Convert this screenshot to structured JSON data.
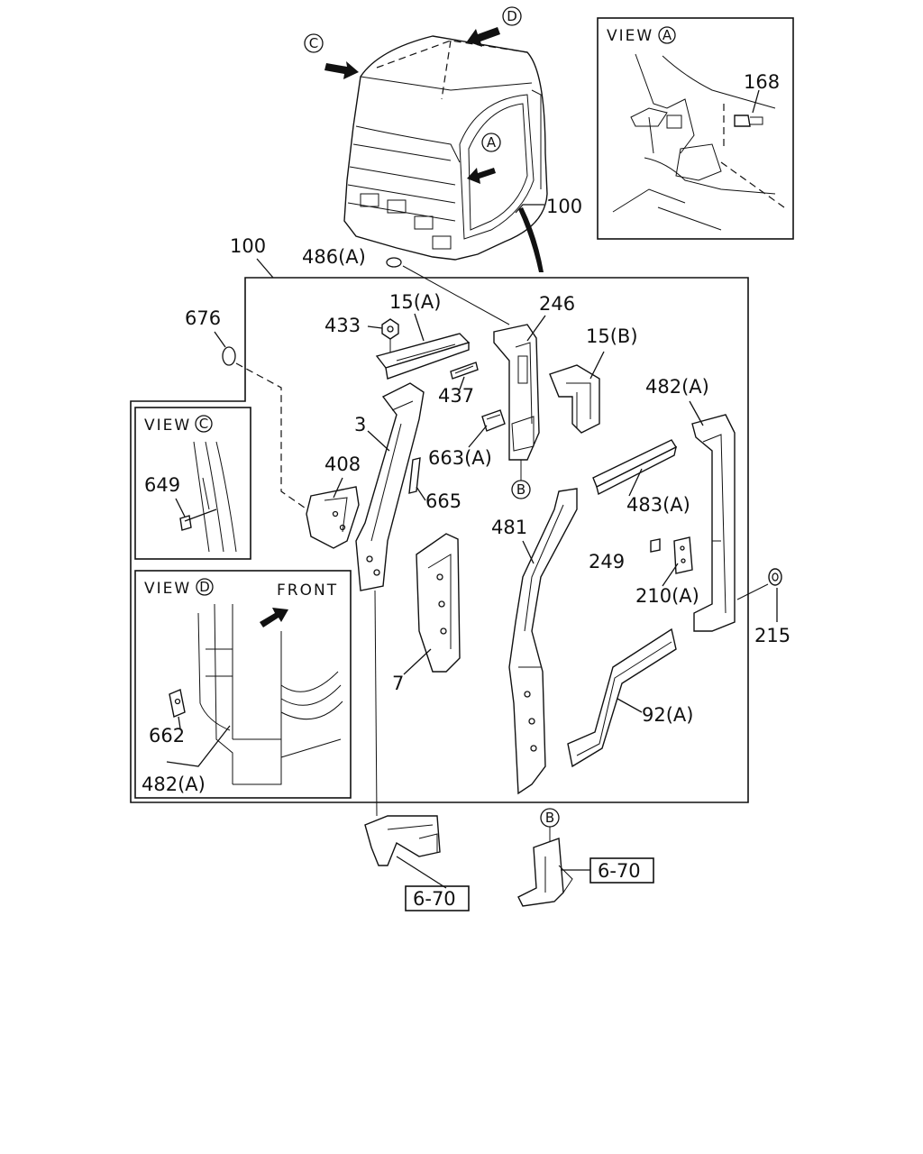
{
  "views": {
    "a": {
      "title": "VIEW",
      "letter": "A"
    },
    "c": {
      "title": "VIEW",
      "letter": "C"
    },
    "d": {
      "title": "VIEW",
      "letter": "D",
      "front": "FRONT"
    }
  },
  "callout_letters": {
    "a": "A",
    "b": "B",
    "c": "C",
    "d": "D",
    "b2": "B"
  },
  "labels": {
    "p168": "168",
    "p100_top": "100",
    "p100_main": "100",
    "p486a": "486(A)",
    "p676": "676",
    "p433": "433",
    "p15a": "15(A)",
    "p246": "246",
    "p15b": "15(B)",
    "p437": "437",
    "p482a": "482(A)",
    "p3": "3",
    "p663a": "663(A)",
    "p408": "408",
    "p665": "665",
    "p649": "649",
    "p483a": "483(A)",
    "p481": "481",
    "p249": "249",
    "p210a": "210(A)",
    "p215": "215",
    "p7": "7",
    "p92a": "92(A)",
    "p662": "662",
    "p482a_view": "482(A)",
    "ref_left": "6-70",
    "ref_right": "6-70"
  }
}
